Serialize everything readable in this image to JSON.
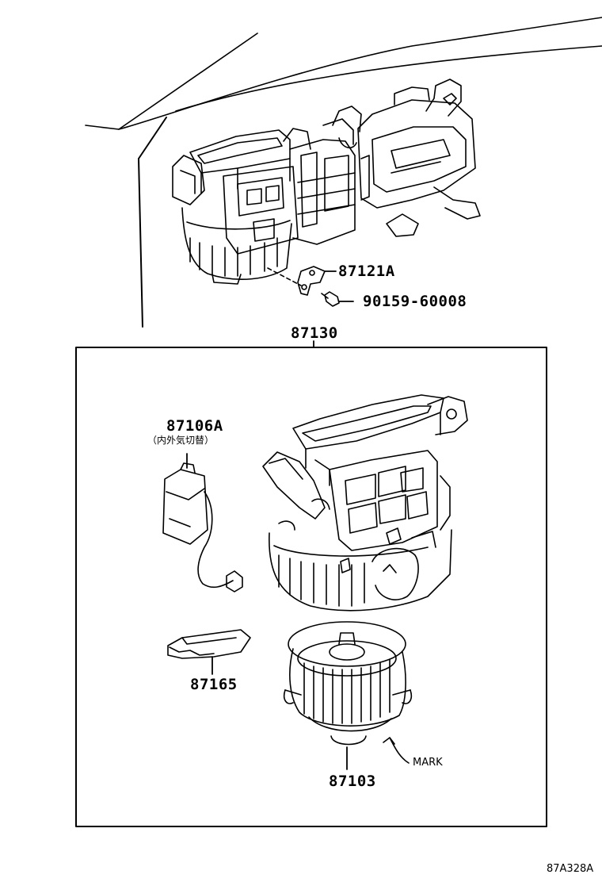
{
  "labels": {
    "bracket": "87121A",
    "screw": "90159-60008",
    "assembly": "87130",
    "servo": "87106A",
    "servo_note": "（内外気切替）",
    "resistor": "87165",
    "motor": "87103",
    "mark": "MARK",
    "figure_code": "87A328A"
  }
}
